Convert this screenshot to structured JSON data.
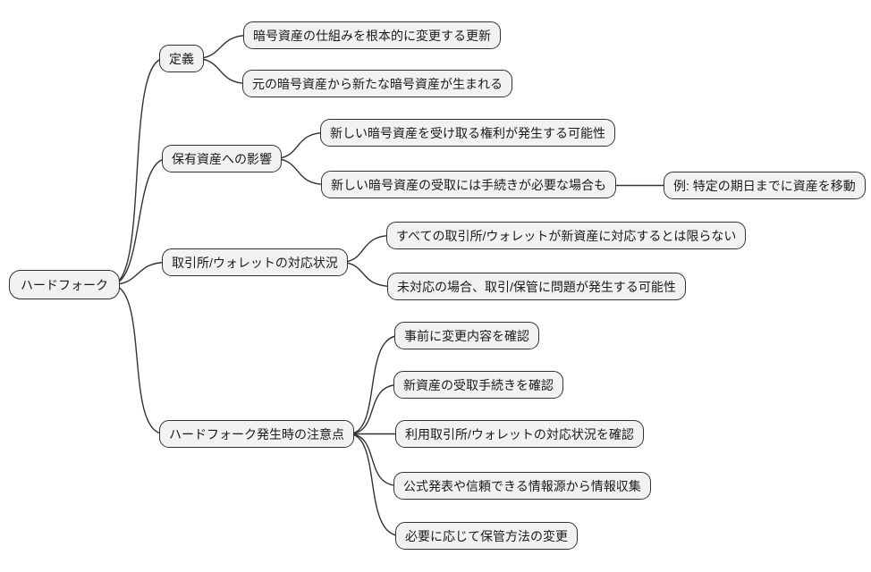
{
  "mindmap": {
    "title": "ハードフォーク mind map",
    "root": {
      "label": "ハードフォーク"
    },
    "branches": [
      {
        "label": "定義",
        "children": [
          {
            "label": "暗号資産の仕組みを根本的に変更する更新"
          },
          {
            "label": "元の暗号資産から新たな暗号資産が生まれる"
          }
        ]
      },
      {
        "label": "保有資産への影響",
        "children": [
          {
            "label": "新しい暗号資産を受け取る権利が発生する可能性"
          },
          {
            "label": "新しい暗号資産の受取には手続きが必要な場合も",
            "children": [
              {
                "label": "例: 特定の期日までに資産を移動"
              }
            ]
          }
        ]
      },
      {
        "label": "取引所/ウォレットの対応状況",
        "children": [
          {
            "label": "すべての取引所/ウォレットが新資産に対応するとは限らない"
          },
          {
            "label": "未対応の場合、取引/保管に問題が発生する可能性"
          }
        ]
      },
      {
        "label": "ハードフォーク発生時の注意点",
        "children": [
          {
            "label": "事前に変更内容を確認"
          },
          {
            "label": "新資産の受取手続きを確認"
          },
          {
            "label": "利用取引所/ウォレットの対応状況を確認"
          },
          {
            "label": "公式発表や信頼できる情報源から情報収集"
          },
          {
            "label": "必要に応じて保管方法の変更"
          }
        ]
      }
    ],
    "colors": {
      "canvas": "#ffffff",
      "node_fill": "#f2f2f2",
      "node_border": "#333333",
      "edge": "#333333",
      "text": "#1a1a1a"
    }
  }
}
